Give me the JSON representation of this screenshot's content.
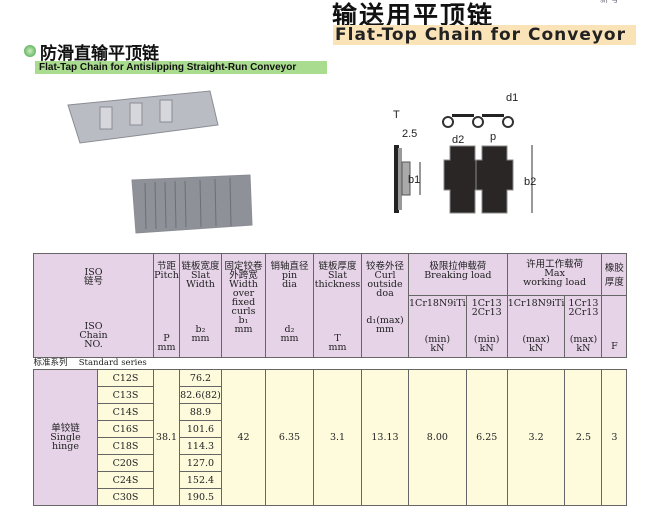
{
  "header": {
    "title_cn": "输送用平顶链",
    "title_en": "Flat-Top Chain for Conveyor",
    "corner": "新 号"
  },
  "section": {
    "title_cn": "防滑直输平顶链",
    "title_en": "Flat-Tap Chain for Antislipping Straight-Run Conveyor"
  },
  "diagram": {
    "labels": {
      "T": "T",
      "t25": "2.5",
      "d1": "d1",
      "d2": "d2",
      "p": "p",
      "b1": "b1",
      "b2": "b2"
    }
  },
  "table": {
    "headers": {
      "iso_cn": "ISO\n链号",
      "iso_en": "ISO\nChain\nNO.",
      "pitch": "节距\nPitch",
      "pitch_unit": "P\nmm",
      "width": "链板宽度\nSlat\nWidth",
      "width_unit": "b₂\nmm",
      "curls": "固定铰卷外跨宽\nWidth\nover\nfixed\ncurls",
      "curls_unit": "b₁\nmm",
      "pin": "销轴直径\npin\ndia",
      "pin_unit": "d₂\nmm",
      "thick": "链板厚度\nSlat\nthickness",
      "thick_unit": "T\nmm",
      "curl": "铰卷外径\nCurl\noutside\ndoa",
      "curl_unit": "d₁(max)\nmm",
      "breaking": "极限拉伸载荷\nBreaking load",
      "working": "许用工作载荷\nMax\nworking load",
      "rubber": "橡胶\n厚度",
      "rubber_unit": "F",
      "mat1": "1Cr18N9iTi",
      "mat2": "1Cr13\n2Cr13",
      "mat3": "1Cr18N9iTi",
      "mat4": "1Cr13\n2Cr13",
      "min": "(min)\nkN",
      "max": "(max)\nkN"
    },
    "series": "标准系列　 Standard series",
    "group": "单铰链\nSingle\nhinge",
    "codes": [
      "C12S",
      "C13S",
      "C14S",
      "C16S",
      "C18S",
      "C20S",
      "C24S",
      "C30S"
    ],
    "widths": [
      "76.2",
      "82.6(82)",
      "88.9",
      "101.6",
      "114.3",
      "127.0",
      "152.4",
      "190.5"
    ],
    "pitch": "38.1",
    "b1": "42",
    "d2": "6.35",
    "T": "3.1",
    "d1": "13.13",
    "bl1": "8.00",
    "bl2": "6.25",
    "wl1": "3.2",
    "wl2": "2.5",
    "F": "3"
  }
}
